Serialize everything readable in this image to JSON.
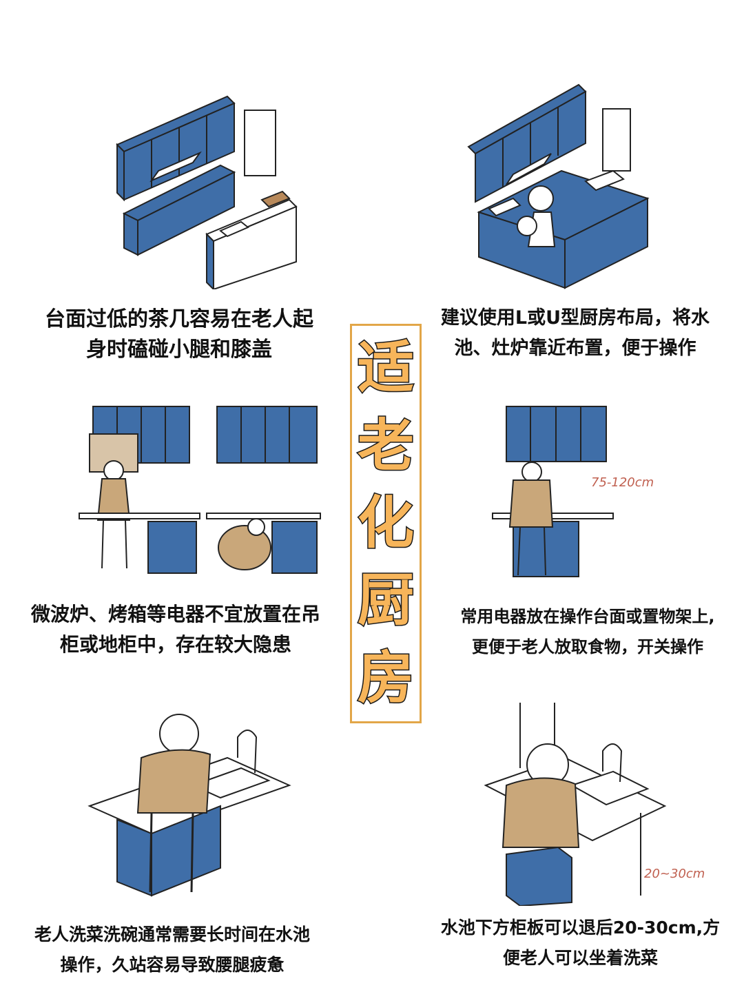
{
  "title": {
    "chars": [
      "适",
      "老",
      "化",
      "厨",
      "房"
    ]
  },
  "colors": {
    "cabinet_blue": "#3f6ea8",
    "person_tan": "#c9a77a",
    "title_fill": "#f7b55a",
    "title_frame": "#e2a648",
    "measure_red": "#c06050"
  },
  "panels": [
    {
      "lines": [
        "台面过低的茶几容易在老人起",
        "身时磕碰小腿和膝盖"
      ]
    },
    {
      "lines": [
        "建议使用L或U型厨房布局，将水",
        "池、灶炉靠近布置，便于操作"
      ]
    },
    {
      "lines": [
        "微波炉、烤箱等电器不宜放置在吊",
        "柜或地柜中，存在较大隐患"
      ]
    },
    {
      "lines": [
        "常用电器放在操作台面或置物架上,",
        "更便于老人放取食物，开关操作"
      ]
    },
    {
      "lines": [
        "老人洗菜洗碗通常需要长时间在水池",
        "操作，久站容易导致腰腿疲惫"
      ]
    },
    {
      "lines": [
        "水池下方柜板可以退后20-30cm,方",
        "便老人可以坐着洗菜"
      ]
    }
  ],
  "measurements": {
    "counter_height": "75-120cm",
    "setback": "20~30cm"
  }
}
